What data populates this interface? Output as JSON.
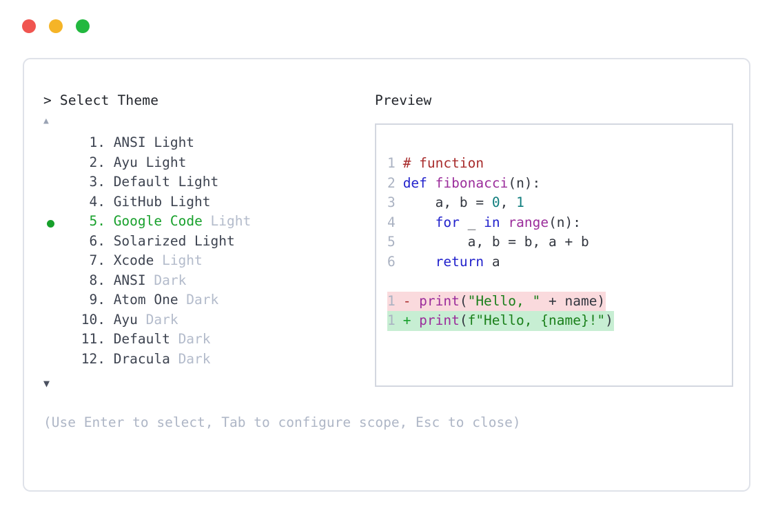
{
  "window": {
    "traffic_lights": [
      {
        "name": "close",
        "color": "#f05550"
      },
      {
        "name": "minimize",
        "color": "#f5b427"
      },
      {
        "name": "maximize",
        "color": "#22b83f"
      }
    ]
  },
  "picker": {
    "title": "> Select Theme",
    "scroll_up_glyph": "▲",
    "scroll_down_glyph": "▼",
    "selected_index": 5,
    "selected_bullet_color": "#17a02b",
    "items": [
      {
        "index": "1.",
        "name": "ANSI",
        "variant": "Light",
        "variant_strong": true,
        "selected": false
      },
      {
        "index": "2.",
        "name": "Ayu",
        "variant": "Light",
        "variant_strong": true,
        "selected": false
      },
      {
        "index": "3.",
        "name": "Default",
        "variant": "Light",
        "variant_strong": true,
        "selected": false
      },
      {
        "index": "4.",
        "name": "GitHub",
        "variant": "Light",
        "variant_strong": true,
        "selected": false
      },
      {
        "index": "5.",
        "name": "Google Code",
        "variant": "Light",
        "variant_strong": false,
        "selected": true
      },
      {
        "index": "6.",
        "name": "Solarized",
        "variant": "Light",
        "variant_strong": true,
        "selected": false
      },
      {
        "index": "7.",
        "name": "Xcode",
        "variant": "Light",
        "variant_strong": false,
        "selected": false
      },
      {
        "index": "8.",
        "name": "ANSI",
        "variant": "Dark",
        "variant_strong": false,
        "selected": false
      },
      {
        "index": "9.",
        "name": "Atom One",
        "variant": "Dark",
        "variant_strong": false,
        "selected": false
      },
      {
        "index": "10.",
        "name": "Ayu",
        "variant": "Dark",
        "variant_strong": false,
        "selected": false
      },
      {
        "index": "11.",
        "name": "Default",
        "variant": "Dark",
        "variant_strong": false,
        "selected": false
      },
      {
        "index": "12.",
        "name": "Dracula",
        "variant": "Dark",
        "variant_strong": false,
        "selected": false
      }
    ],
    "hint": "(Use Enter to select, Tab to configure scope, Esc to close)"
  },
  "preview": {
    "title": "Preview",
    "code_lines": [
      {
        "num": "1",
        "tokens": [
          {
            "t": "# function",
            "c": "comment"
          }
        ]
      },
      {
        "num": "2",
        "tokens": [
          {
            "t": "def ",
            "c": "kw"
          },
          {
            "t": "fibonacci",
            "c": "fn"
          },
          {
            "t": "(n):",
            "c": "plain"
          }
        ]
      },
      {
        "num": "3",
        "tokens": [
          {
            "t": "    a, b = ",
            "c": "plain"
          },
          {
            "t": "0",
            "c": "num"
          },
          {
            "t": ", ",
            "c": "plain"
          },
          {
            "t": "1",
            "c": "num"
          }
        ]
      },
      {
        "num": "4",
        "tokens": [
          {
            "t": "    ",
            "c": "plain"
          },
          {
            "t": "for",
            "c": "kw"
          },
          {
            "t": " _ ",
            "c": "plain"
          },
          {
            "t": "in",
            "c": "kw"
          },
          {
            "t": " ",
            "c": "plain"
          },
          {
            "t": "range",
            "c": "fn"
          },
          {
            "t": "(n):",
            "c": "plain"
          }
        ]
      },
      {
        "num": "5",
        "tokens": [
          {
            "t": "        a, b = b, a + b",
            "c": "plain"
          }
        ]
      },
      {
        "num": "6",
        "tokens": [
          {
            "t": "    ",
            "c": "plain"
          },
          {
            "t": "return",
            "c": "kw"
          },
          {
            "t": " a",
            "c": "plain"
          }
        ]
      }
    ],
    "diff_lines": [
      {
        "num": "1",
        "kind": "del",
        "marker": "-",
        "tokens": [
          {
            "t": "print",
            "c": "fn"
          },
          {
            "t": "(",
            "c": "plain"
          },
          {
            "t": "\"Hello, \"",
            "c": "str"
          },
          {
            "t": " + name)",
            "c": "plain"
          }
        ]
      },
      {
        "num": "1",
        "kind": "add",
        "marker": "+",
        "tokens": [
          {
            "t": "print",
            "c": "fn"
          },
          {
            "t": "(",
            "c": "plain"
          },
          {
            "t": "f\"Hello, {name}!\"",
            "c": "str"
          },
          {
            "t": ")",
            "c": "plain"
          }
        ]
      }
    ]
  }
}
